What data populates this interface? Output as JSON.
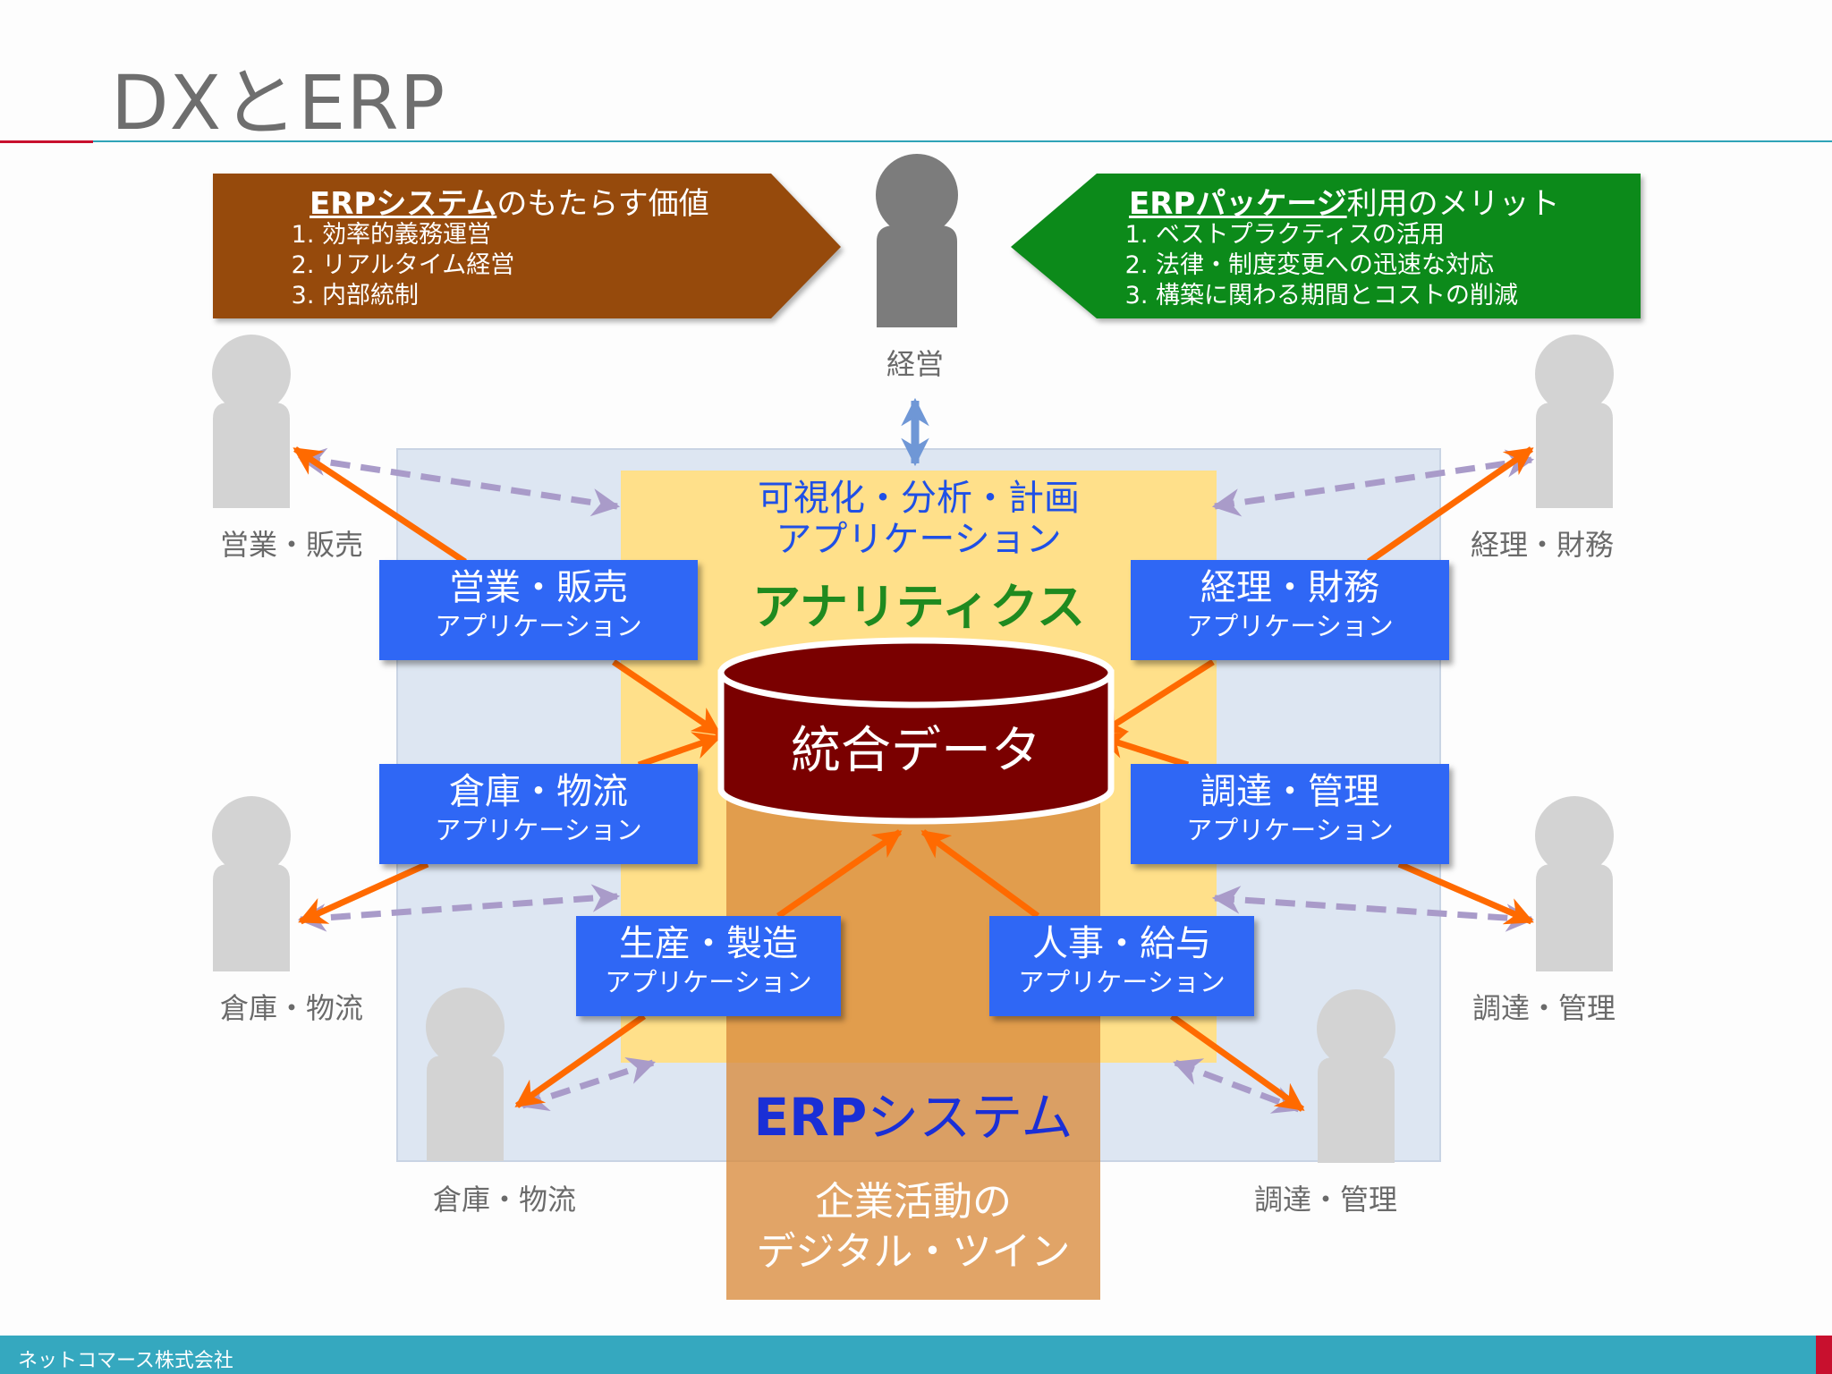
{
  "slide": {
    "title": "DXとERP"
  },
  "footer": {
    "company": "ネットコマース株式会社"
  },
  "colors": {
    "brown_callout": "#964a0c",
    "green_callout": "#0c8a1a",
    "app_blue": "#2f67f5",
    "database": "#7a0000",
    "analytics_yellow": "#ffe08a",
    "erp_orange": "#d98a3c",
    "platform_blue": "#dde6f2",
    "person_dark": "#7c7c7c",
    "person_light": "#d3d3d3",
    "arrow_orange": "#ff6a00",
    "arrow_lavender": "#a99bc9",
    "arrow_blue": "#6f97d6"
  },
  "value_callout": {
    "title_bold": "ERPシステム",
    "title_rest": "のもたらす価値",
    "items": [
      "効率的義務運営",
      "リアルタイム経営",
      "内部統制"
    ]
  },
  "merit_callout": {
    "title_bold": "ERPパッケージ",
    "title_rest": "利用のメリット",
    "items": [
      "ベストプラクティスの活用",
      "法律・制度変更への迅速な対応",
      "構築に関わる期間とコストの削減"
    ]
  },
  "management": {
    "label": "経営"
  },
  "people": {
    "sales": "営業・販売",
    "warehouse_left": "倉庫・物流",
    "warehouse_bottom": "倉庫・物流",
    "accounting": "経理・財務",
    "procurement_right": "調達・管理",
    "procurement_bottom": "調達・管理"
  },
  "analytics": {
    "line1": "可視化・分析・計画",
    "line2": "アプリケーション",
    "title": "アナリティクス"
  },
  "database": {
    "label": "統合データ"
  },
  "apps": {
    "sales": {
      "title": "営業・販売",
      "subtitle": "アプリケーション"
    },
    "warehouse": {
      "title": "倉庫・物流",
      "subtitle": "アプリケーション"
    },
    "production": {
      "title": "生産・製造",
      "subtitle": "アプリケーション"
    },
    "hr": {
      "title": "人事・給与",
      "subtitle": "アプリケーション"
    },
    "accounting": {
      "title": "経理・財務",
      "subtitle": "アプリケーション"
    },
    "procurement": {
      "title": "調達・管理",
      "subtitle": "アプリケーション"
    }
  },
  "erp": {
    "bold": "ERP",
    "rest": "システム"
  },
  "digital_twin": {
    "line1": "企業活動の",
    "line2": "デジタル・ツイン"
  }
}
